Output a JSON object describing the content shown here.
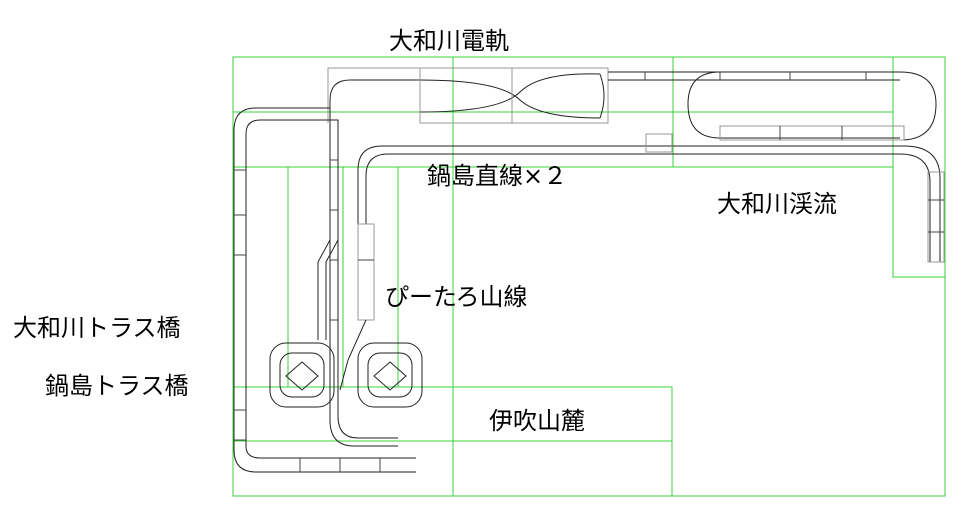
{
  "diagram": {
    "colors": {
      "board_outline": "#3ad13a",
      "track": "#222222",
      "background": "#ffffff"
    },
    "labels": {
      "yamato_electric": "大和川電軌",
      "nabeshima_straight": "鍋島直線×２",
      "yamato_valley": "大和川渓流",
      "pitaro_line": "ぴーたろ山線",
      "yamato_truss": "大和川トラス橋",
      "nabeshima_truss": "鍋島トラス橋",
      "ibuki_foot": "伊吹山麓"
    }
  }
}
